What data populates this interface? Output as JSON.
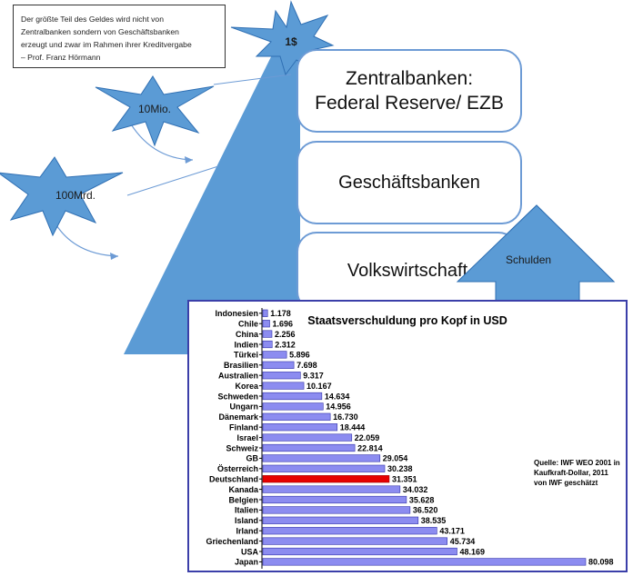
{
  "quote": {
    "line1": "Der größte Teil des Geldes wird nicht von",
    "line2": "Zentralbanken sondern von Geschäftsbanken",
    "line3": "erzeugt und zwar im Rahmen ihrer Kreditvergabe",
    "line4": "– Prof. Franz Hörmann"
  },
  "stars": {
    "top": "1$",
    "mid": "10Mio.",
    "low": "100Mrd."
  },
  "tiers": {
    "central_line1": "Zentralbanken:",
    "central_line2": "Federal Reserve/ EZB",
    "commercial": "Geschäftsbanken",
    "economy": "Volkswirtschaft"
  },
  "debt_arrow_label": "Schulden",
  "colors": {
    "shape_blue": "#5b9bd5",
    "bar_blue": "#8c8cf0",
    "highlight": "#e60000",
    "panel_border": "#3b3fa9"
  },
  "chart_data": {
    "type": "bar",
    "orientation": "horizontal",
    "title": "Staatsverschuldung pro Kopf in USD",
    "source_note": [
      "Quelle: IWF WEO 2001 in",
      "Kaufkraft-Dollar, 2011",
      "von IWF geschätzt"
    ],
    "highlight_category": "Deutschland",
    "categories": [
      "Indonesien",
      "Chile",
      "China",
      "Indien",
      "Türkei",
      "Brasilien",
      "Australien",
      "Korea",
      "Schweden",
      "Ungarn",
      "Dänemark",
      "Finland",
      "Israel",
      "Schweiz",
      "GB",
      "Österreich",
      "Deutschland",
      "Kanada",
      "Belgien",
      "Italien",
      "Island",
      "Irland",
      "Griechenland",
      "USA",
      "Japan"
    ],
    "values": [
      1178,
      1696,
      2256,
      2312,
      5896,
      7698,
      9317,
      10167,
      14634,
      14956,
      16730,
      18444,
      22059,
      22814,
      29054,
      30238,
      31351,
      34032,
      35628,
      36520,
      38535,
      43171,
      45734,
      48169,
      80098
    ],
    "value_labels": [
      "1.178",
      "1.696",
      "2.256",
      "2.312",
      "5.896",
      "7.698",
      "9.317",
      "10.167",
      "14.634",
      "14.956",
      "16.730",
      "18.444",
      "22.059",
      "22.814",
      "29.054",
      "30.238",
      "31.351",
      "34.032",
      "35.628",
      "36.520",
      "38.535",
      "43.171",
      "45.734",
      "48.169",
      "80.098"
    ],
    "xlim": [
      0,
      80098
    ],
    "grid": false,
    "legend": "none"
  }
}
